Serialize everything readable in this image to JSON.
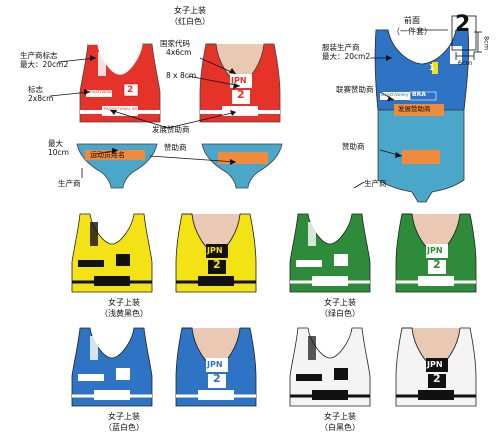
{
  "top_red": {
    "title": "女子上装",
    "subtitle": "（红白色）",
    "labels": {
      "maker_logo": "生产商标志",
      "maker_logo_max": "最大：20cm2",
      "mark": "标志",
      "mark_size": "2x8cm",
      "country_code": "国家代码",
      "country_size": "4x6cm",
      "number_size": "8 x 8cm",
      "dev_sponsor": "发展赞助商",
      "max": "最大",
      "max_10": "10cm",
      "athlete_name": "运动员姓名",
      "sponsor": "赞助商",
      "maker": "生产商"
    },
    "jersey_text": {
      "country": "JPN",
      "number": "2",
      "sponsor_strip": "BeachVolley",
      "dev_strip": "PROMOTIONAL SPONSOR"
    }
  },
  "onepiece": {
    "front_title": "前面",
    "front_sub": "（一件套）",
    "number": "2",
    "dim_8": "8cm",
    "dim_6": "6cm",
    "labels": {
      "maker": "服装生产商",
      "maker_max": "最大：20cm2",
      "union_sponsor": "联赛赞助商",
      "sponsor": "赞助商",
      "producer": "生产商"
    },
    "jersey_text": {
      "country": "BRA",
      "number": "1",
      "sponsor_strip": "BeachVolley",
      "dev_strip": "发展赞助商"
    }
  },
  "variants": [
    {
      "title": "女子上装",
      "subtitle": "（浅黄黑色）",
      "color": "#f3e216",
      "trim": "#111111",
      "country": "JPN",
      "number": "2"
    },
    {
      "title": "女子上装",
      "subtitle": "（绿白色）",
      "color": "#2e8b3a",
      "trim": "#ffffff",
      "country": "JPN",
      "number": "2"
    },
    {
      "title": "女子上装",
      "subtitle": "（蓝白色）",
      "color": "#2f73c4",
      "trim": "#ffffff",
      "country": "JPN",
      "number": "2"
    },
    {
      "title": "女子上装",
      "subtitle": "（白黑色）",
      "color": "#f4f4f4",
      "trim": "#111111",
      "country": "JPN",
      "number": "2"
    }
  ],
  "colors": {
    "red": "#e5332a",
    "orange": "#f08a3c",
    "teal": "#4aa7c9",
    "blue_onepiece": "#2f73c4",
    "skin": "#e9c9b3"
  }
}
